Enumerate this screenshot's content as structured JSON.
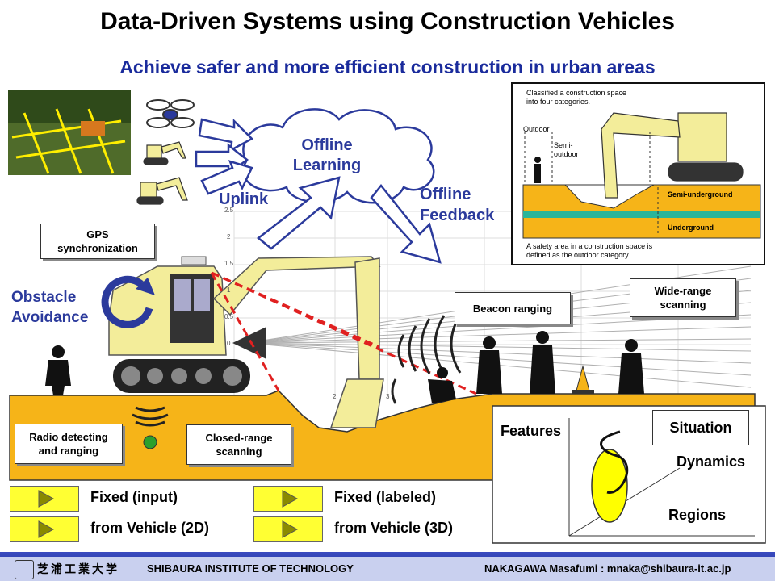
{
  "title": "Data-Driven Systems using Construction Vehicles",
  "subtitle": "Achieve safer and more efficient construction in urban areas",
  "cloud": {
    "line1": "Offline",
    "line2": "Learning"
  },
  "uplink": "Uplink",
  "offline_feedback": {
    "line1": "Offline",
    "line2": "Feedback"
  },
  "gps": {
    "line1": "GPS",
    "line2": "synchronization"
  },
  "obstacle": {
    "line1": "Obstacle",
    "line2": "Avoidance"
  },
  "beacon": "Beacon ranging",
  "wide_range": {
    "line1": "Wide-range",
    "line2": "scanning"
  },
  "radio": {
    "line1": "Radio detecting",
    "line2": "and ranging"
  },
  "closed_range": {
    "line1": "Closed-range",
    "line2": "scanning"
  },
  "plot_ticks": {
    "y": [
      "2.5",
      "2",
      "1.5",
      "1",
      "0.5",
      "0"
    ],
    "x": [
      "2",
      "3"
    ]
  },
  "inset": {
    "top_note_1": "Classified a construction space",
    "top_note_2": "into four categories.",
    "outdoor": "Outdoor",
    "semi_outdoor_1": "Semi-",
    "semi_outdoor_2": "outdoor",
    "semi_underground": "Semi-underground",
    "underground": "Underground",
    "bottom_note_1": "A safety area in a construction space is",
    "bottom_note_2": "defined as the outdoor category"
  },
  "features_box": {
    "features": "Features",
    "situation": "Situation",
    "dynamics": "Dynamics",
    "regions": "Regions"
  },
  "legend": [
    {
      "label": "Fixed (input)"
    },
    {
      "label": "Fixed (labeled)"
    },
    {
      "label": "from Vehicle (2D)"
    },
    {
      "label": "from Vehicle (3D)"
    }
  ],
  "footer": {
    "logo_text": "芝浦工業大学",
    "institute": "SHIBAURA INSTITUTE OF TECHNOLOGY",
    "author": "NAKAGAWA Masafumi : mnaka@shibaura-it.ac.jp"
  },
  "colors": {
    "ground": "#f6b418",
    "excavator": "#f3ed9a",
    "accent_blue": "#2b3a9c",
    "laser_red": "#e02020"
  }
}
